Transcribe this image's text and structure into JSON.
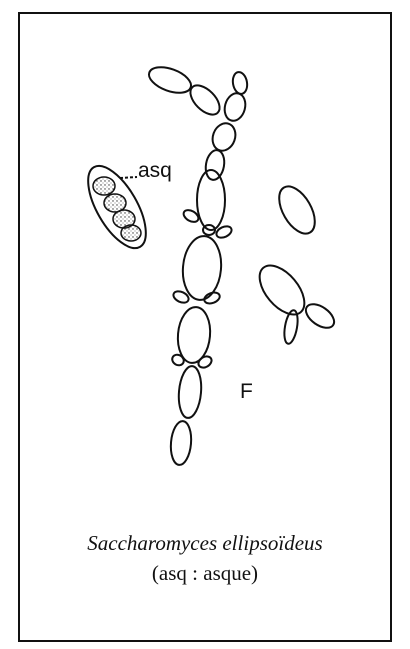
{
  "figure": {
    "labels": {
      "asq": "asq",
      "F": "F"
    },
    "caption": {
      "species": "Saccharomyces ellipsoïdeus",
      "note": "(asq : asque)"
    }
  }
}
